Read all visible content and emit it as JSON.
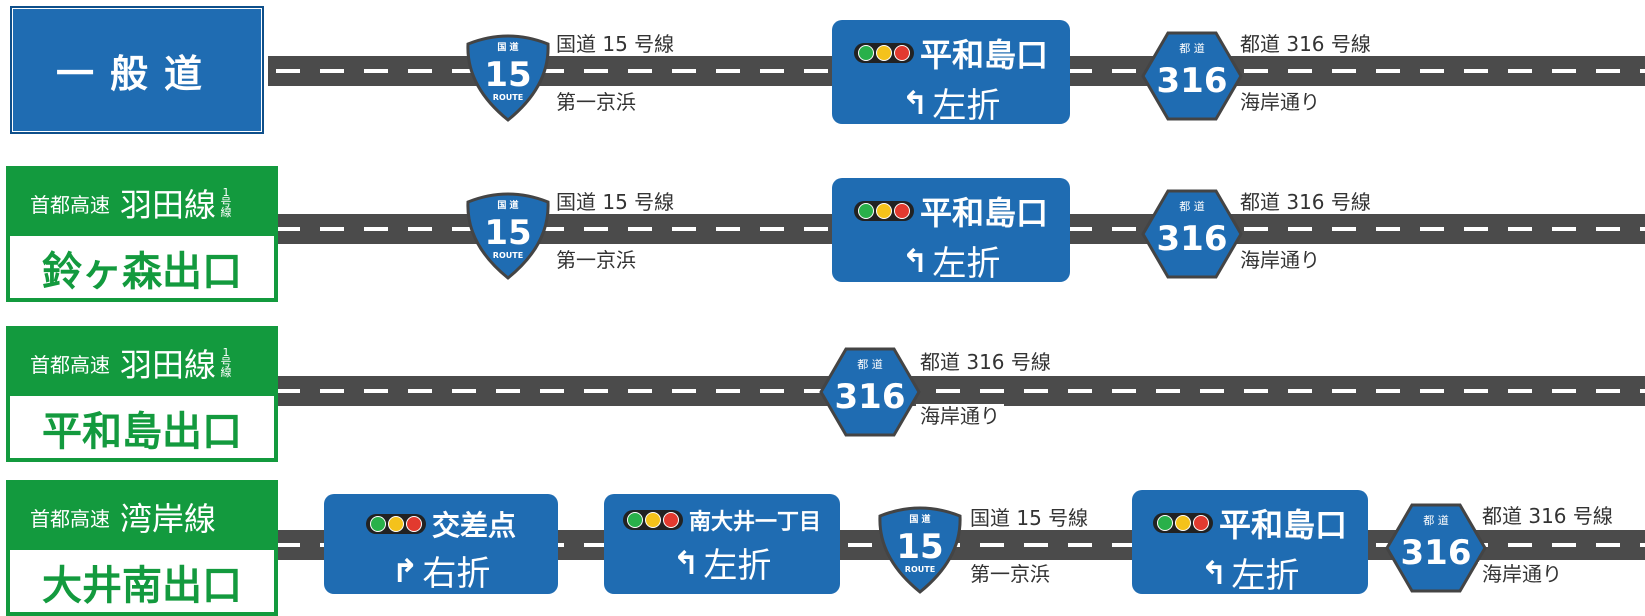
{
  "rows": [
    {
      "start": {
        "type": "plain",
        "label": "一般道"
      },
      "routes": {
        "r15": {
          "top": "国 道",
          "num": "15",
          "bottom": "ROUTE",
          "name": "国道 15 号線",
          "alias": "第一京浜"
        },
        "r316": {
          "top": "都 道",
          "num": "316",
          "name": "都道 316 号線",
          "alias": "海岸通り"
        }
      },
      "signal": {
        "name": "平和島口",
        "turn": "左折"
      }
    },
    {
      "start": {
        "type": "expressway",
        "prefix": "首都高速",
        "line": "羽田線",
        "paren": "1号線",
        "exit": "鈴ヶ森出口"
      },
      "routes": {
        "r15": {
          "top": "国 道",
          "num": "15",
          "bottom": "ROUTE",
          "name": "国道 15 号線",
          "alias": "第一京浜"
        },
        "r316": {
          "top": "都 道",
          "num": "316",
          "name": "都道 316 号線",
          "alias": "海岸通り"
        }
      },
      "signal": {
        "name": "平和島口",
        "turn": "左折"
      }
    },
    {
      "start": {
        "type": "expressway",
        "prefix": "首都高速",
        "line": "羽田線",
        "paren": "1号線",
        "exit": "平和島出口"
      },
      "routes": {
        "r316": {
          "top": "都 道",
          "num": "316",
          "name": "都道 316 号線",
          "alias": "海岸通り"
        }
      }
    },
    {
      "start": {
        "type": "expressway",
        "prefix": "首都高速",
        "line": "湾岸線",
        "exit": "大井南出口"
      },
      "signals": [
        {
          "name": "交差点",
          "turn": "右折",
          "arrow": "right"
        },
        {
          "name": "南大井一丁目",
          "turn": "左折",
          "arrow": "left"
        },
        {
          "name": "平和島口",
          "turn": "左折",
          "arrow": "left"
        }
      ],
      "routes": {
        "r15": {
          "top": "国 道",
          "num": "15",
          "bottom": "ROUTE",
          "name": "国道 15 号線",
          "alias": "第一京浜"
        },
        "r316": {
          "top": "都 道",
          "num": "316",
          "name": "都道 316 号線",
          "alias": "海岸通り"
        }
      }
    }
  ],
  "icons": {
    "turn_left": "↰",
    "turn_right": "↱"
  },
  "colors": {
    "sign_blue": "#1f6cb2",
    "expressway_green": "#139a3e",
    "road": "#4b4b4b"
  }
}
